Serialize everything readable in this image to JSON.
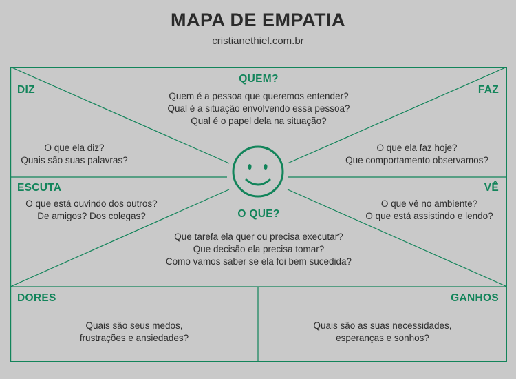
{
  "header": {
    "title": "MAPA DE EMPATIA",
    "subtitle": "cristianethiel.com.br"
  },
  "colors": {
    "accent": "#12845a",
    "background": "#c9c9c9"
  },
  "center_icon": "smiley-face-icon",
  "sections": {
    "quem": {
      "label": "QUEM?",
      "lines": [
        "Quem é a pessoa que queremos entender?",
        "Qual é a situação envolvendo essa pessoa?",
        "Qual é o papel dela na situação?"
      ]
    },
    "diz": {
      "label": "DIZ",
      "lines": [
        "O que ela diz?",
        "Quais são suas palavras?"
      ]
    },
    "faz": {
      "label": "FAZ",
      "lines": [
        "O que ela faz hoje?",
        "Que comportamento observamos?"
      ]
    },
    "escuta": {
      "label": "ESCUTA",
      "lines": [
        "O que está ouvindo dos outros?",
        "De amigos? Dos colegas?"
      ]
    },
    "ve": {
      "label": "VÊ",
      "lines": [
        "O que vê no ambiente?",
        "O que está assistindo e lendo?"
      ]
    },
    "oque": {
      "label": "O QUE?",
      "lines": [
        "Que tarefa ela quer ou precisa executar?",
        "Que decisão ela precisa tomar?",
        "Como vamos saber se ela foi bem sucedida?"
      ]
    },
    "dores": {
      "label": "DORES",
      "lines": [
        "Quais são seus medos,",
        "frustrações e ansiedades?"
      ]
    },
    "ganhos": {
      "label": "GANHOS",
      "lines": [
        "Quais são as suas necessidades,",
        "esperanças e sonhos?"
      ]
    }
  }
}
